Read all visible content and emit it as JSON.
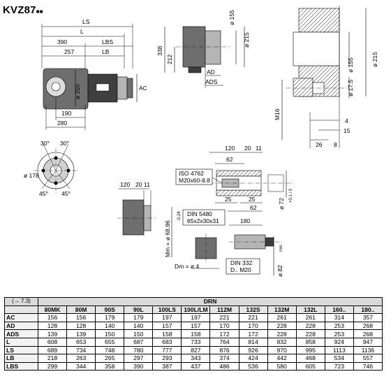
{
  "title": {
    "main": "KVZ87",
    "suffix": "■■"
  },
  "dims_view1": {
    "LS": "LS",
    "L": "L",
    "LBS": "LBS",
    "LB": "LB",
    "v390": "390",
    "v257": "257",
    "v190": "190",
    "v280": "280",
    "dia250": "ø 250",
    "AC": "AC"
  },
  "dims_view2": {
    "v338": "338",
    "v212": "212",
    "dia155": "ø 155",
    "dia215": "ø 215",
    "AD": "AD",
    "ADS": "ADS"
  },
  "dims_detail": {
    "dia155": "ø 155",
    "dia215": "ø 215",
    "dia17_5": "ø 17.5",
    "M16": "M16",
    "v4": "4",
    "v15": "15",
    "v26": "26",
    "v8": "8"
  },
  "dims_flange": {
    "a30l": "30°",
    "a30r": "30°",
    "dia178": "ø 178",
    "a45l": "45°",
    "a45r": "45°"
  },
  "dims_shaft": {
    "v120": "120",
    "v20": "20",
    "v11": "11",
    "v62": "62",
    "v25a": "25",
    "v25b": "25",
    "v62b": "62",
    "iso_line1": "ISO 4762",
    "iso_line2": "M20x60-8.8",
    "dia72": "ø 72",
    "tol72": "+0.1 / 0",
    "dia82": "ø 82",
    "min": "min",
    "din5480_1": "DIN 5480",
    "din5480_2": "65x2x30x31",
    "v180": "180",
    "mm": "Mm = ø 68.96",
    "mm_tol": "-0.24",
    "dm": "Dm = ø 4",
    "din332_1": "DIN 332",
    "din332_2": "D.. M20"
  },
  "dims_small": {
    "v120": "120",
    "v20": "20",
    "v11": "11"
  },
  "table": {
    "ref": "(→ 7.3)",
    "group_header": "DRN",
    "columns": [
      "80MK",
      "80M",
      "90S",
      "90L",
      "100LS",
      "100L/LM",
      "112M",
      "132S",
      "132M",
      "132L",
      "160..",
      "180.."
    ],
    "rows": [
      {
        "label": "AC",
        "values": [
          "156",
          "156",
          "179",
          "179",
          "197",
          "197",
          "221",
          "221",
          "261",
          "261",
          "314",
          "357"
        ]
      },
      {
        "label": "AD",
        "values": [
          "128",
          "128",
          "140",
          "140",
          "157",
          "157",
          "170",
          "170",
          "228",
          "228",
          "253",
          "268"
        ]
      },
      {
        "label": "ADS",
        "values": [
          "139",
          "139",
          "150",
          "150",
          "158",
          "158",
          "172",
          "172",
          "228",
          "228",
          "253",
          "268"
        ]
      },
      {
        "label": "L",
        "values": [
          "608",
          "653",
          "655",
          "687",
          "683",
          "733",
          "764",
          "814",
          "832",
          "858",
          "924",
          "947"
        ]
      },
      {
        "label": "LS",
        "values": [
          "689",
          "734",
          "748",
          "780",
          "777",
          "827",
          "876",
          "926",
          "970",
          "995",
          "1113",
          "1136"
        ]
      },
      {
        "label": "LB",
        "values": [
          "218",
          "263",
          "265",
          "297",
          "293",
          "343",
          "374",
          "424",
          "442",
          "468",
          "534",
          "557"
        ]
      },
      {
        "label": "LBS",
        "values": [
          "299",
          "344",
          "358",
          "390",
          "387",
          "437",
          "486",
          "536",
          "580",
          "605",
          "723",
          "746"
        ]
      }
    ]
  }
}
